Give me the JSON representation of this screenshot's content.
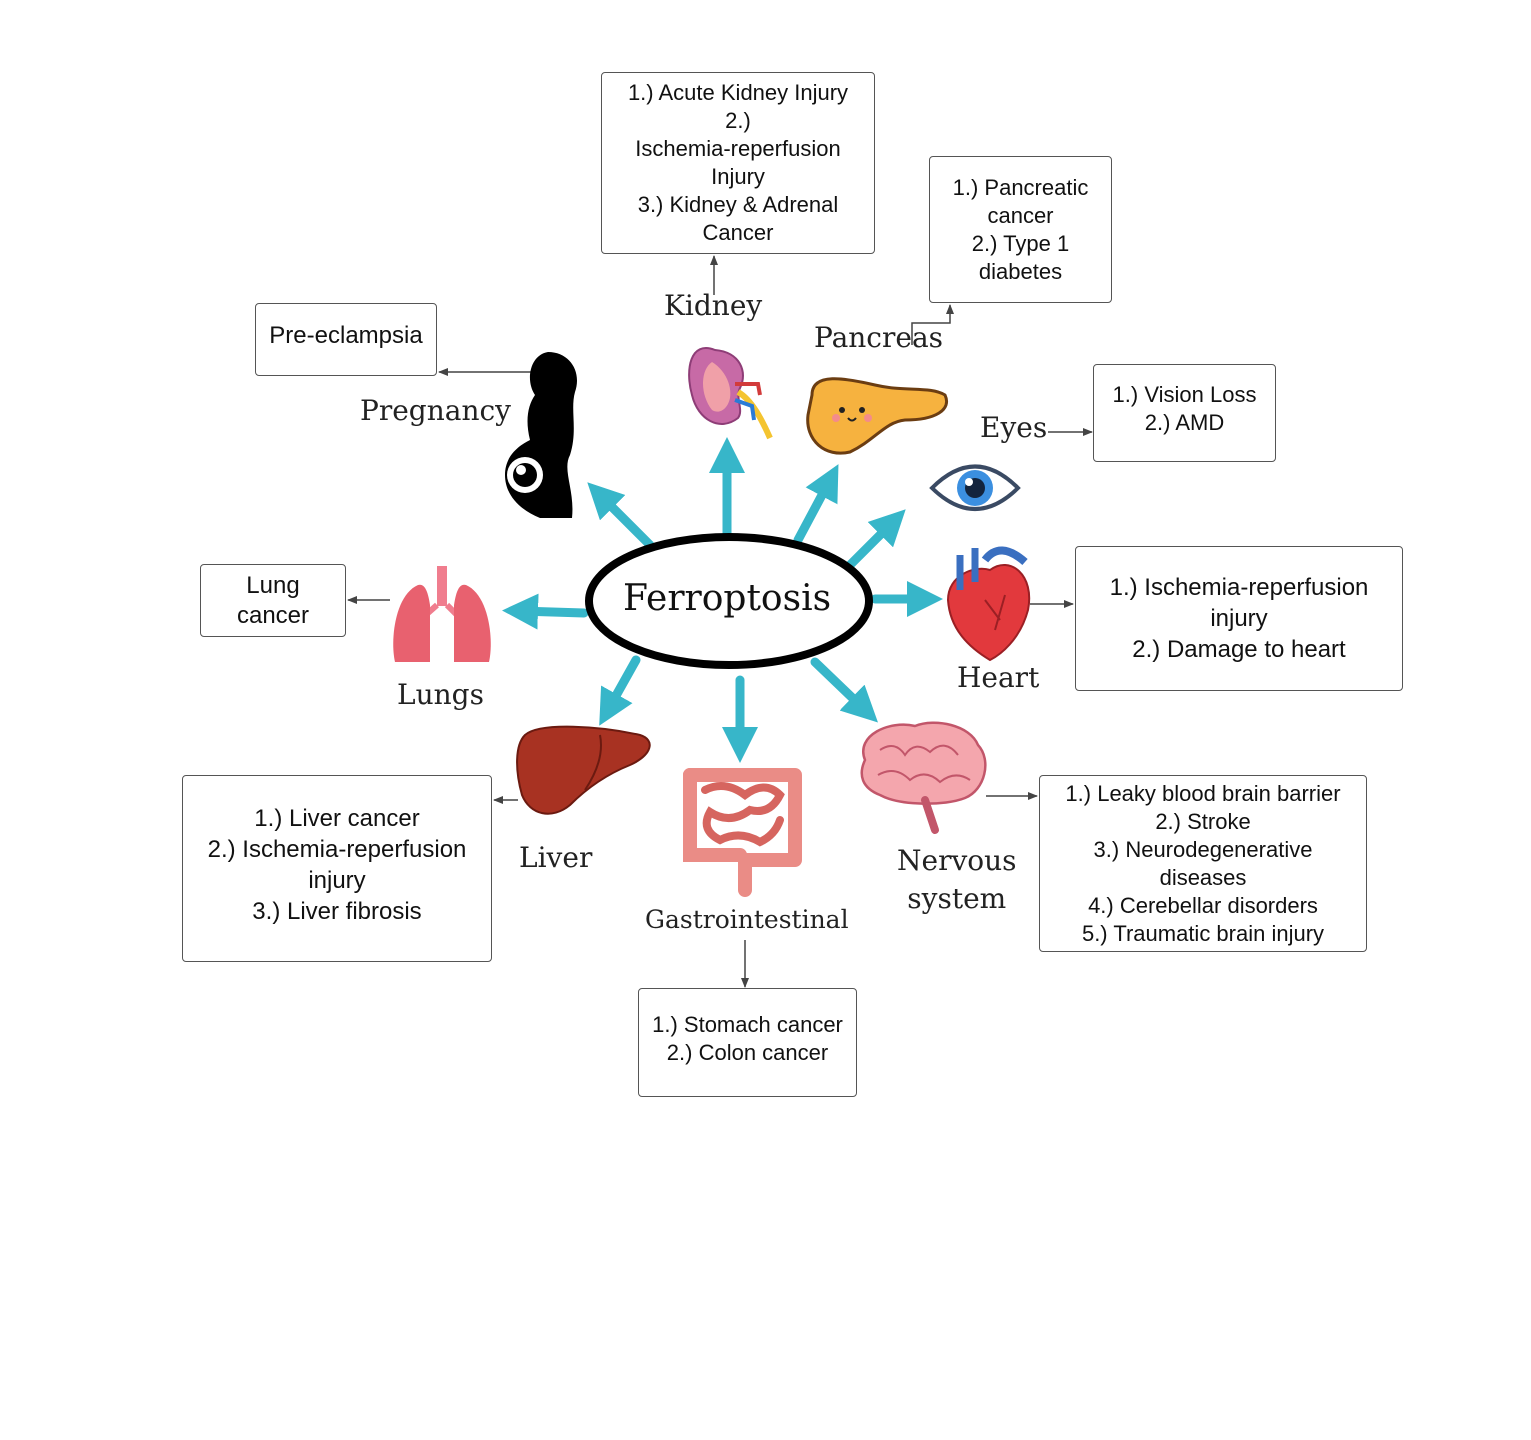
{
  "center": {
    "label": "Ferroptosis"
  },
  "colors": {
    "arrow": "#37b6c9",
    "connector": "#444444",
    "ellipse": "#000000"
  },
  "organs": [
    {
      "id": "kidney",
      "label": "Kidney",
      "icon": "kidney-icon",
      "conditions": [
        "1.) Acute Kidney Injury",
        "2.)",
        "Ischemia-reperfusion",
        "Injury",
        "3.) Kidney & Adrenal",
        "Cancer"
      ]
    },
    {
      "id": "pancreas",
      "label": "Pancreas",
      "icon": "pancreas-icon",
      "conditions": [
        "1.) Pancreatic",
        "cancer",
        "2.) Type 1",
        "diabetes"
      ]
    },
    {
      "id": "eyes",
      "label": "Eyes",
      "icon": "eye-icon",
      "conditions": [
        "1.) Vision Loss",
        "2.) AMD"
      ]
    },
    {
      "id": "heart",
      "label": "Heart",
      "icon": "heart-icon",
      "conditions": [
        "1.) Ischemia-reperfusion",
        "injury",
        "2.) Damage to heart"
      ]
    },
    {
      "id": "nervous",
      "label": "Nervous system",
      "label_lines": [
        "Nervous",
        "system"
      ],
      "icon": "brain-icon",
      "conditions": [
        "1.) Leaky blood brain barrier",
        "2.) Stroke",
        "3.) Neurodegenerative",
        "diseases",
        "4.) Cerebellar disorders",
        "5.) Traumatic brain injury"
      ]
    },
    {
      "id": "gi",
      "label": "Gastrointestinal",
      "icon": "intestine-icon",
      "conditions": [
        "1.) Stomach cancer",
        "2.) Colon cancer"
      ]
    },
    {
      "id": "liver",
      "label": "Liver",
      "icon": "liver-icon",
      "conditions": [
        "1.) Liver cancer",
        "2.) Ischemia-reperfusion",
        "injury",
        "3.) Liver fibrosis"
      ]
    },
    {
      "id": "lungs",
      "label": "Lungs",
      "icon": "lungs-icon",
      "conditions": [
        "Lung",
        "cancer"
      ]
    },
    {
      "id": "pregnancy",
      "label": "Pregnancy",
      "icon": "pregnant-woman-icon",
      "conditions": [
        "Pre-eclampsia"
      ]
    }
  ]
}
